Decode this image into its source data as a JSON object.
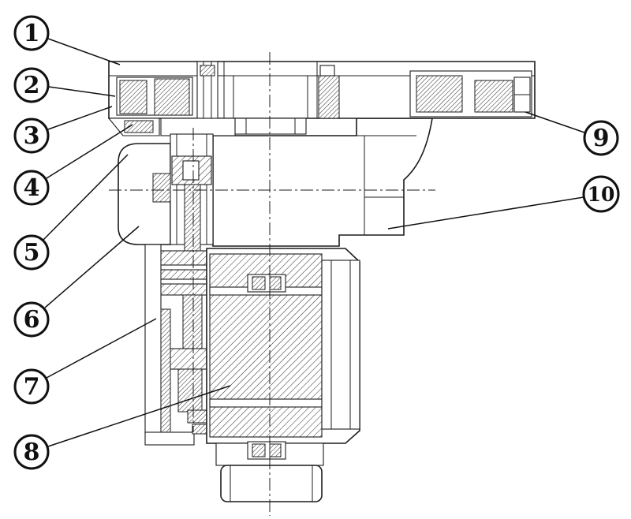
{
  "figure": {
    "callouts": [
      {
        "label": "1"
      },
      {
        "label": "2"
      },
      {
        "label": "3"
      },
      {
        "label": "4"
      },
      {
        "label": "5"
      },
      {
        "label": "6"
      },
      {
        "label": "7"
      },
      {
        "label": "8"
      },
      {
        "label": "9"
      },
      {
        "label": "10"
      }
    ],
    "colors": {
      "line": "#1c1c1c",
      "background": "#ffffff"
    }
  }
}
